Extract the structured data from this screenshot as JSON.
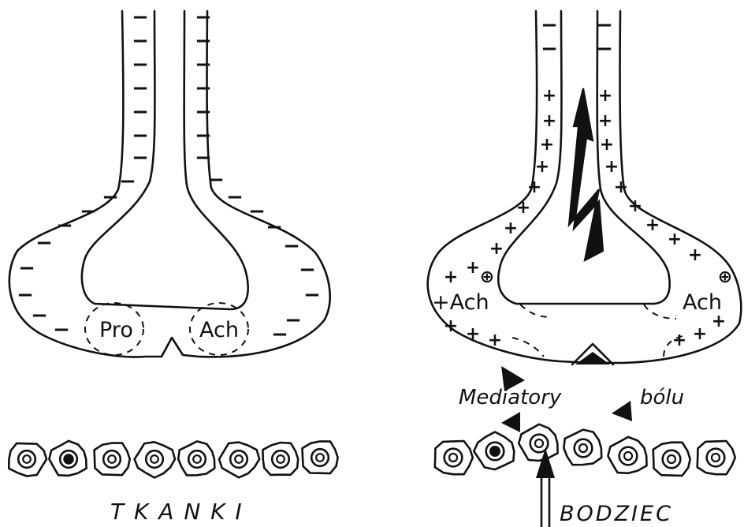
{
  "left_panel": {
    "label_pro": "Pro",
    "label_ach": "Ach",
    "tissue_label": "T K A N K I"
  },
  "right_panel": {
    "label_ach_left": "+Ach",
    "label_ach_right": "Ach",
    "mediatory_label": "Mediatory",
    "bolu_label": "bólu",
    "stimulus_label": "BODZIEC"
  },
  "signs": {
    "minus": "−",
    "plus": "+",
    "circled_plus": "⊕"
  },
  "colors": {
    "ink": "#111111",
    "background": "#ffffff"
  }
}
